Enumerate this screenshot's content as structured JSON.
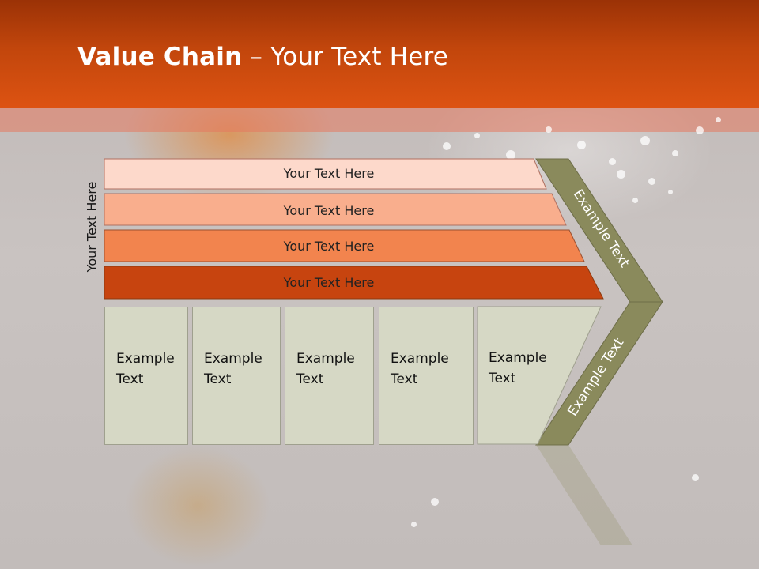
{
  "title": {
    "bold": "Value Chain",
    "rest": " – Your Text Here"
  },
  "side_label": "Your Text Here",
  "bars": [
    {
      "label": "Your Text Here",
      "color": "#fdd9cb"
    },
    {
      "label": "Your Text Here",
      "color": "#f9ae8d"
    },
    {
      "label": "Your Text Here",
      "color": "#f2844e"
    },
    {
      "label": "Your Text Here",
      "color": "#c7440f"
    }
  ],
  "boxes": [
    {
      "label": "Example\nText"
    },
    {
      "label": "Example\nText"
    },
    {
      "label": "Example\nText"
    },
    {
      "label": "Example\nText"
    },
    {
      "label": "Example\nText"
    }
  ],
  "chevron": {
    "upper_label": "Example Text",
    "lower_label": "Example Text",
    "color": "#8a8a5c"
  },
  "colors": {
    "header": "#c2460c",
    "box": "#d6d8c5"
  }
}
